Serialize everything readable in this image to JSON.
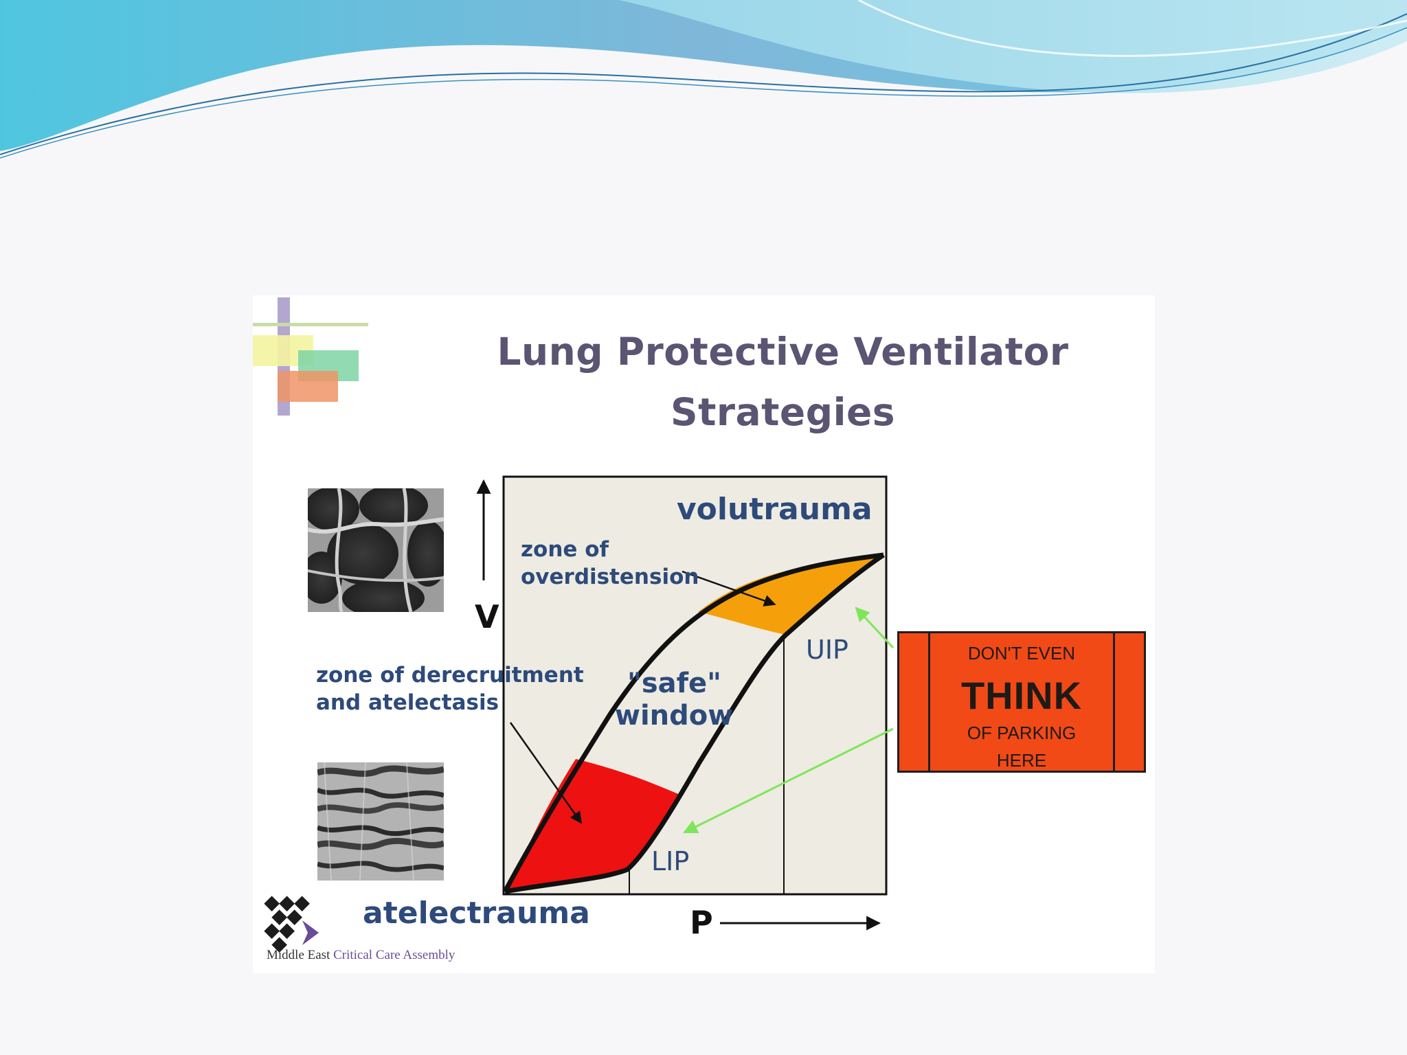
{
  "slide": {
    "title_line_1": "Lung Protective Ventilator",
    "title_line_2": "Strategies"
  },
  "diagram": {
    "axis_y_label": "V",
    "axis_x_label": "P",
    "volutrauma_label": "volutrauma",
    "overdistension_line_1": "zone of",
    "overdistension_line_2": "overdistension",
    "derecruitment_line_1": "zone of derecruitment",
    "derecruitment_line_2": "and atelectasis",
    "safe_window_line_1": "\"safe\"",
    "safe_window_line_2": "window",
    "uip_label": "UIP",
    "lip_label": "LIP",
    "atelectrauma_label": "atelectrauma"
  },
  "sign": {
    "line_1": "DON'T EVEN",
    "line_2": "THINK",
    "line_3": "OF PARKING",
    "line_4": "HERE"
  },
  "organization": {
    "name_part_1": "Middle East",
    "name_part_2": "Critical Care Assembly"
  },
  "colors": {
    "overdistension_zone": "#f5a00a",
    "derecruitment_zone": "#ee1111",
    "sign_background": "#f14a16",
    "arrow_green": "#7ee65a",
    "label_blue": "#2d4a7a",
    "title_purple": "#5b5472",
    "plot_background": "#eeebe2"
  },
  "icons": {
    "logo": "grid-squares-logo",
    "org_logo": "diamond-checker-logo"
  }
}
